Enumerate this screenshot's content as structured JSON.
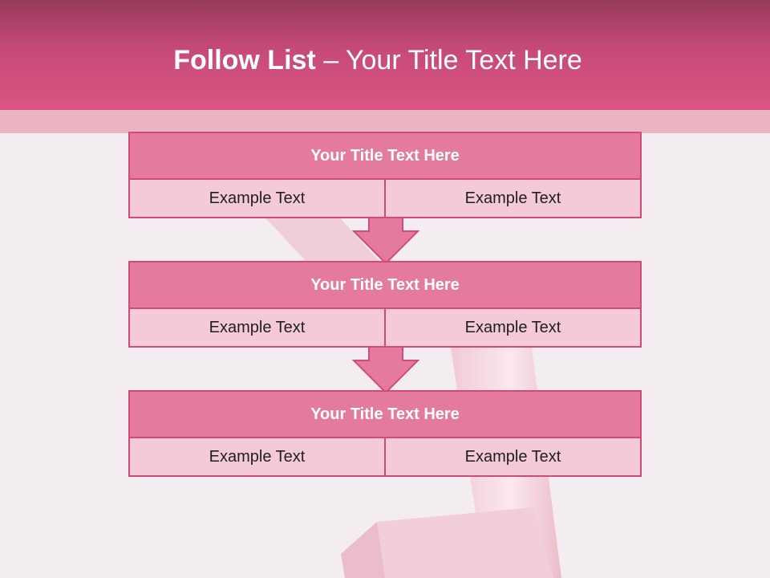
{
  "slide": {
    "title_bold": "Follow List",
    "title_rest": " – Your Title Text Here"
  },
  "steps": [
    {
      "title": "Your Title Text Here",
      "left": "Example Text",
      "right": "Example Text"
    },
    {
      "title": "Your Title Text Here",
      "left": "Example Text",
      "right": "Example Text"
    },
    {
      "title": "Your Title Text Here",
      "left": "Example Text",
      "right": "Example Text"
    }
  ],
  "colors": {
    "header_top": "#973a5c",
    "header_bottom": "#da5583",
    "block_header": "#e47b9e",
    "block_body": "#f3cad6",
    "border": "#d24a7b",
    "background": "#f3edf1"
  }
}
